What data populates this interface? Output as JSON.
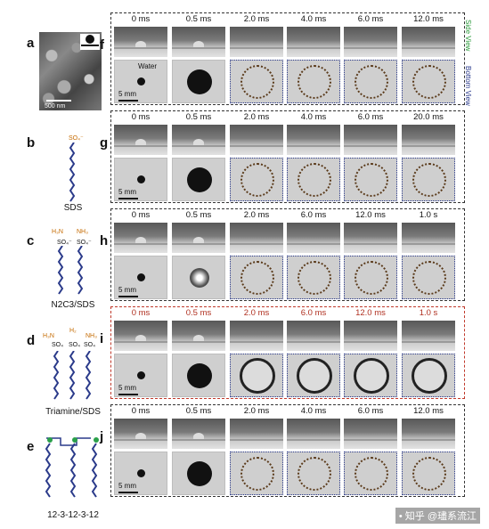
{
  "panels": {
    "a": {
      "letter": "a",
      "scale": "500 nm"
    },
    "b": {
      "letter": "b",
      "name": "SDS",
      "head": "SO₄⁻"
    },
    "c": {
      "letter": "c",
      "name": "N2C3/SDS",
      "heads": [
        "H₃N",
        "NH₃",
        "SO₄⁻",
        "SO₄⁻"
      ]
    },
    "d": {
      "letter": "d",
      "name": "Triamine/SDS",
      "heads": [
        "H₃N",
        "H₂",
        "NH₃",
        "SO₄",
        "SO₄",
        "SO₄"
      ]
    },
    "e": {
      "letter": "e",
      "name": "12-3-12-3-12"
    }
  },
  "rows": [
    {
      "letter": "f",
      "times": [
        "0 ms",
        "0.5 ms",
        "2.0 ms",
        "4.0 ms",
        "6.0 ms",
        "12.0 ms"
      ],
      "water": "Water",
      "scale": "5 mm",
      "red": false
    },
    {
      "letter": "g",
      "times": [
        "0 ms",
        "0.5 ms",
        "2.0 ms",
        "4.0 ms",
        "6.0 ms",
        "20.0 ms"
      ],
      "scale": "5 mm",
      "red": false
    },
    {
      "letter": "h",
      "times": [
        "0 ms",
        "0.5 ms",
        "2.0 ms",
        "6.0 ms",
        "12.0 ms",
        "1.0 s"
      ],
      "scale": "5 mm",
      "red": false
    },
    {
      "letter": "i",
      "times": [
        "0 ms",
        "0.5 ms",
        "2.0 ms",
        "6.0 ms",
        "12.0 ms",
        "1.0 s"
      ],
      "scale": "5 mm",
      "red": true
    },
    {
      "letter": "j",
      "times": [
        "0 ms",
        "0.5 ms",
        "2.0 ms",
        "4.0 ms",
        "6.0 ms",
        "12.0 ms"
      ],
      "scale": "5 mm",
      "red": false
    }
  ],
  "views": {
    "side": "Side View",
    "bottom": "Bottom View"
  },
  "watermark": "• 知乎 @璶系流江"
}
